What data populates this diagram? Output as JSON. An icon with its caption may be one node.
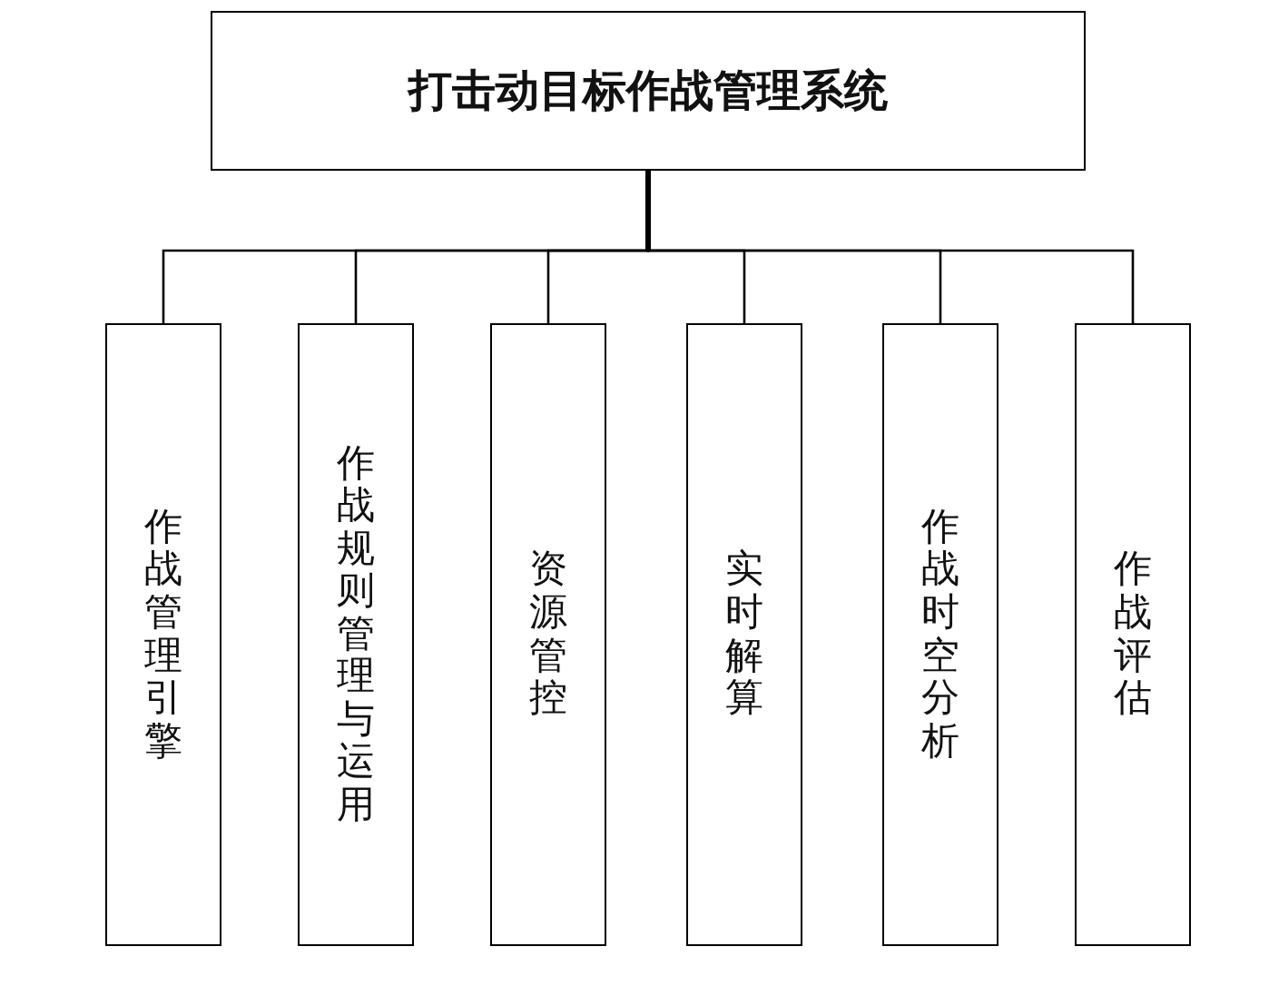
{
  "diagram": {
    "nodes": [
      {
        "text": [
          "打击动目标作战管理系统"
        ]
      },
      {
        "text": [
          "作战管理引擎"
        ]
      },
      {
        "text": [
          "作战规则管理与运用"
        ]
      },
      {
        "text": [
          "资源管控"
        ]
      },
      {
        "text": [
          "实时解算"
        ]
      },
      {
        "text": [
          "作战时空分析"
        ]
      },
      {
        "text": [
          "作战评估"
        ]
      }
    ],
    "edges": [
      {
        "from": 0,
        "to": 1,
        "arrow": "none"
      },
      {
        "from": 0,
        "to": 2,
        "arrow": "none"
      },
      {
        "from": 0,
        "to": 3,
        "arrow": "none"
      },
      {
        "from": 0,
        "to": 4,
        "arrow": "none"
      },
      {
        "from": 0,
        "to": 5,
        "arrow": "none"
      },
      {
        "from": 0,
        "to": 6,
        "arrow": "none"
      }
    ]
  }
}
